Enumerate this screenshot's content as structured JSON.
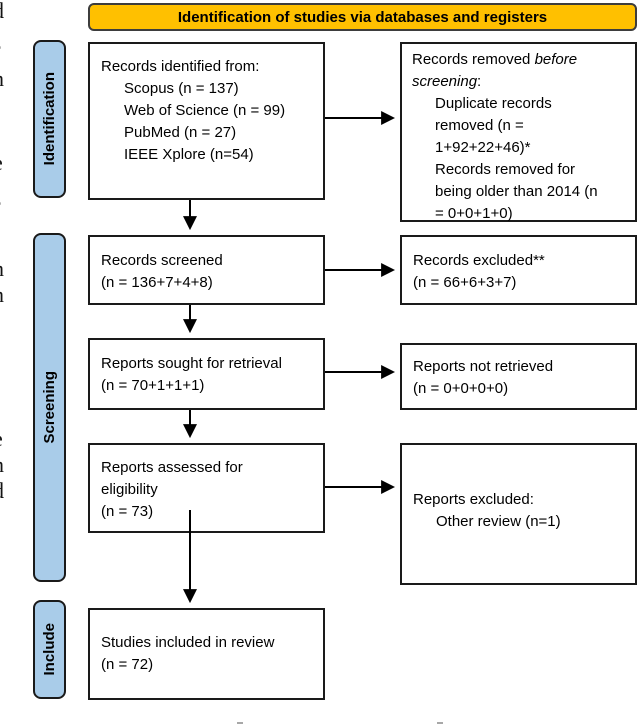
{
  "banner": {
    "label": "Identification of studies via databases and registers"
  },
  "sidebar": {
    "identification": "Identification",
    "screening": "Screening",
    "include": "Include"
  },
  "boxes": {
    "identified": {
      "title": "Records identified from:",
      "items": [
        "Scopus (n = 137)",
        "Web of Science (n = 99)",
        "PubMed (n = 27)",
        "IEEE Xplore (n=54)"
      ]
    },
    "removed": {
      "l1_normal": "Records removed ",
      "l1_italic": "before",
      "l2_italic": "screening",
      "l2_normal": ":",
      "item1_lines": [
        "Duplicate records",
        "removed (n =",
        "1+92+22+46)*"
      ],
      "item2_lines": [
        "Records removed for",
        "being older than 2014 (n",
        "= 0+0+1+0)"
      ]
    },
    "screened": {
      "l1": "Records screened",
      "l2": "(n = 136+7+4+8)"
    },
    "excluded": {
      "l1": "Records excluded**",
      "l2": "(n = 66+6+3+7)"
    },
    "sought": {
      "l1": "Reports sought for retrieval",
      "l2": "(n = 70+1+1+1)"
    },
    "not_retrieved": {
      "l1": "Reports not retrieved",
      "l2": "(n = 0+0+0+0)"
    },
    "assessed": {
      "l1": "Reports assessed for",
      "l2": "eligibility",
      "l3": "(n = 73)"
    },
    "reports_excluded": {
      "title": "Reports excluded:",
      "item": "Other review (n=1)"
    },
    "included": {
      "l1": "Studies included in review",
      "l2": "(n = 72)"
    }
  },
  "edge_fragments": [
    "d",
    "f",
    "n",
    "-",
    "e",
    ",",
    "f",
    "-",
    "n",
    "n",
    "-",
    "t",
    ",",
    "e",
    "n",
    "d",
    ";"
  ],
  "colors": {
    "banner_bg": "#FFC000",
    "banner_border": "#3d3d3d",
    "stage_bg": "#A9CCE9",
    "box_border": "#1a1a1a",
    "box_bg": "#ffffff",
    "arrow": "#000000"
  }
}
